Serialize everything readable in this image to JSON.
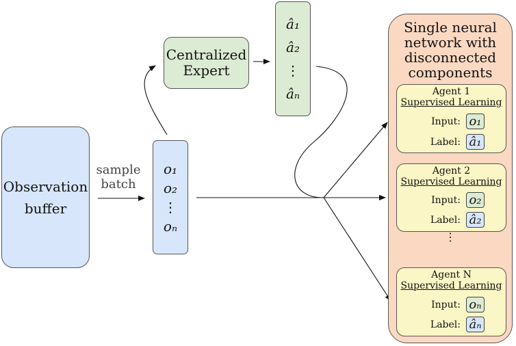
{
  "observation_buffer": {
    "line1": "Observation",
    "line2": "buffer"
  },
  "sample_batch": {
    "line1": "sample",
    "line2": "batch"
  },
  "observation_vector": {
    "items": [
      "o₁",
      "o₂",
      "⋮",
      "oₙ"
    ]
  },
  "centralized_expert": {
    "line1": "Centralized",
    "line2": "Expert"
  },
  "action_vector": {
    "items": [
      "â₁",
      "â₂",
      "⋮",
      "âₙ"
    ]
  },
  "network": {
    "title": [
      "Single neural",
      "network with",
      "disconnected",
      "components"
    ],
    "agents": [
      {
        "name": "Agent 1",
        "subtitle": "Supervised Learning",
        "input_label": "Input:",
        "input": "o₁",
        "label_label": "Label:",
        "label": "â₁"
      },
      {
        "name": "Agent 2",
        "subtitle": "Supervised Learning",
        "input_label": "Input:",
        "input": "o₂",
        "label_label": "Label:",
        "label": "â₂"
      },
      {
        "name": "Agent N",
        "subtitle": "Supervised Learning",
        "input_label": "Input:",
        "input": "oₙ",
        "label_label": "Label:",
        "label": "âₙ"
      }
    ],
    "ellipsis": "⋮"
  }
}
